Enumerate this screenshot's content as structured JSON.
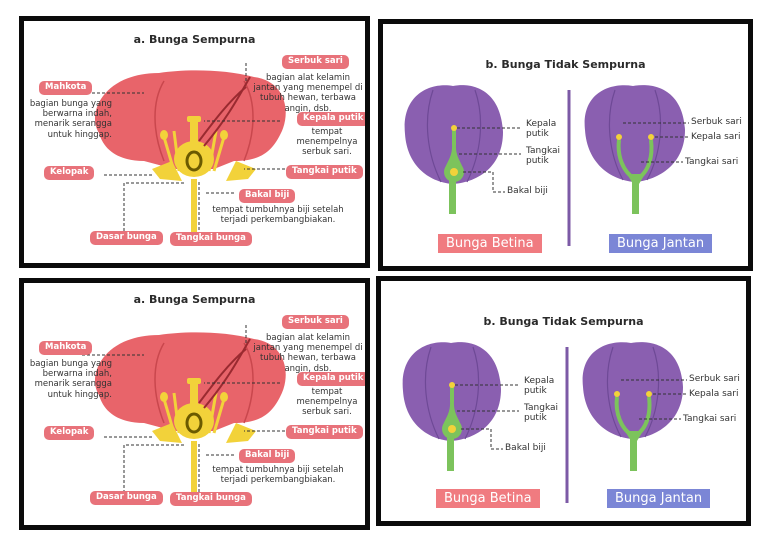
{
  "panels": {
    "a_top": {
      "title": "a. Bunga Sempurna",
      "labels": {
        "mahkota": "Mahkota",
        "mahkota_desc": "bagian bunga yang berwarna indah, menarik serangga untuk hinggap.",
        "serbuk_sari": "Serbuk sari",
        "serbuk_sari_desc": "bagian alat kelamin jantan yang menempel di tubuh hewan, terbawa angin, dsb.",
        "kepala_putik": "Kepala putik",
        "kepala_putik_desc": "tempat menempelnya serbuk sari.",
        "kelopak": "Kelopak",
        "tangkai_putik": "Tangkai putik",
        "bakal_biji": "Bakal biji",
        "bakal_biji_desc": "tempat tumbuhnya biji setelah terjadi perkembangbiakan.",
        "dasar_bunga": "Dasar bunga",
        "tangkai_bunga": "Tangkai bunga"
      }
    },
    "a_bottom": {
      "title": "a. Bunga Sempurna",
      "labels": {
        "mahkota": "Mahkota",
        "mahkota_desc": "bagian bunga yang berwarna indah, menarik serangga untuk hinggap.",
        "serbuk_sari": "Serbuk sari",
        "serbuk_sari_desc": "bagian alat kelamin jantan yang menempel di tubuh hewan, terbawa angin, dsb.",
        "kepala_putik": "Kepala putik",
        "kepala_putik_desc": "tempat menempelnya serbuk sari.",
        "kelopak": "Kelopak",
        "tangkai_putik": "Tangkai putik",
        "bakal_biji": "Bakal biji",
        "bakal_biji_desc": "tempat tumbuhnya biji setelah terjadi perkembangbiakan.",
        "dasar_bunga": "Dasar bunga",
        "tangkai_bunga": "Tangkai bunga"
      }
    },
    "b_top": {
      "title": "b. Bunga Tidak Sempurna",
      "labels": {
        "kepala_putik": "Kepala putik",
        "tangkai_putik": "Tangkai putik",
        "bakal_biji": "Bakal biji",
        "serbuk_sari": "Serbuk sari",
        "kepala_sari": "Kepala sari",
        "tangkai_sari": "Tangkai sari",
        "betina": "Bunga Betina",
        "jantan": "Bunga Jantan"
      }
    },
    "b_bottom": {
      "title": "b. Bunga Tidak Sempurna",
      "labels": {
        "kepala_putik": "Kepala putik",
        "tangkai_putik": "Tangkai putik",
        "bakal_biji": "Bakal biji",
        "serbuk_sari": "Serbuk sari",
        "kepala_sari": "Kepala sari",
        "tangkai_sari": "Tangkai sari",
        "betina": "Bunga Betina",
        "jantan": "Bunga Jantan"
      }
    }
  },
  "colors": {
    "petal_red": "#e8646a",
    "petal_dark": "#b73a40",
    "pistil_yellow": "#f2d23a",
    "label_pink": "#e8727a",
    "petal_purple": "#8a5fb0",
    "stem_green": "#7cc35c",
    "btn_pink": "#f07b80",
    "btn_blue": "#7b86d6",
    "divider_purple": "#7c5aa6"
  }
}
